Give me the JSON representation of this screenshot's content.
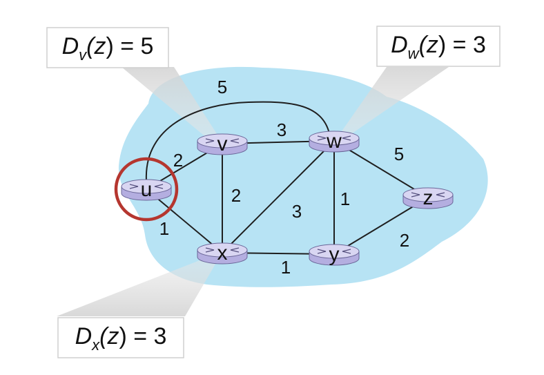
{
  "colors": {
    "cloud": "#b7e3f4",
    "router_top": "#d9d6f2",
    "router_side": "#b4aee0",
    "router_stroke": "#6a6698",
    "link": "#1f1f1f",
    "highlight_circle": "#b5362f",
    "callout_fill": "#ffffff",
    "callout_border": "#cfcfcf",
    "beam": "#d7d7d7"
  },
  "nodes": [
    {
      "id": "u",
      "label": "u"
    },
    {
      "id": "v",
      "label": "v"
    },
    {
      "id": "w",
      "label": "w"
    },
    {
      "id": "x",
      "label": "x"
    },
    {
      "id": "y",
      "label": "y"
    },
    {
      "id": "z",
      "label": "z"
    }
  ],
  "links": [
    {
      "from": "u",
      "to": "v",
      "cost": "2"
    },
    {
      "from": "u",
      "to": "x",
      "cost": "1"
    },
    {
      "from": "u",
      "to": "w",
      "cost": "5"
    },
    {
      "from": "v",
      "to": "w",
      "cost": "3"
    },
    {
      "from": "v",
      "to": "x",
      "cost": "2"
    },
    {
      "from": "x",
      "to": "w",
      "cost": "3"
    },
    {
      "from": "x",
      "to": "y",
      "cost": "1"
    },
    {
      "from": "w",
      "to": "y",
      "cost": "1"
    },
    {
      "from": "w",
      "to": "z",
      "cost": "5"
    },
    {
      "from": "y",
      "to": "z",
      "cost": "2"
    }
  ],
  "highlighted_node": "u",
  "callouts": [
    {
      "id": "v",
      "D": "D",
      "sub": "v",
      "open": "(",
      "arg": "z",
      "rest": ") = 5"
    },
    {
      "id": "w",
      "D": "D",
      "sub": "w",
      "open": "(",
      "arg": "z",
      "rest": ") = 3"
    },
    {
      "id": "x",
      "D": "D",
      "sub": "x",
      "open": "(",
      "arg": "z",
      "rest": ") = 3"
    }
  ]
}
